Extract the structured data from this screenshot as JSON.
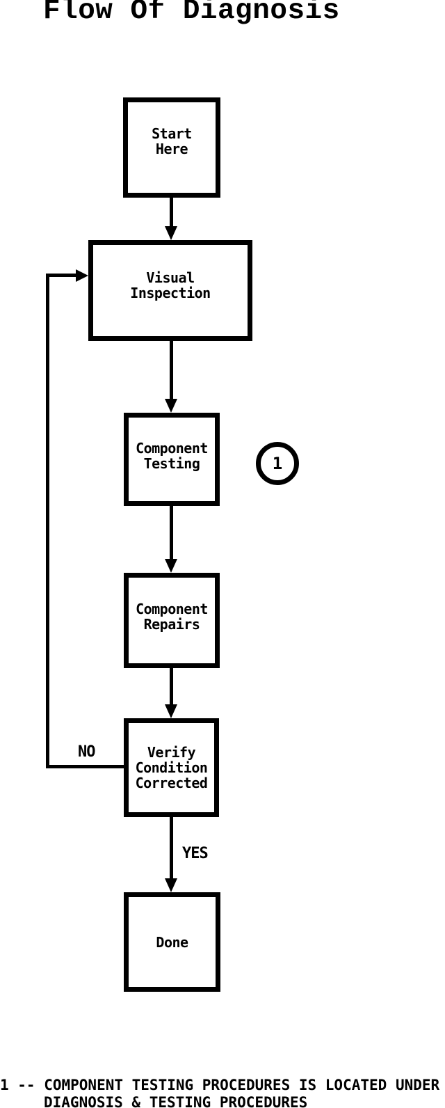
{
  "title": "Flow Of Diagnosis",
  "colors": {
    "ink": "#000000",
    "paper": "#ffffff"
  },
  "nodes": {
    "start_here": {
      "label": "Start\nHere"
    },
    "visual_inspection": {
      "label": "Visual\nInspection"
    },
    "component_testing": {
      "label": "Component\nTesting"
    },
    "component_repairs": {
      "label": "Component\nRepairs"
    },
    "verify_condition": {
      "label": "Verify\nCondition\nCorrected"
    },
    "done": {
      "label": "Done"
    }
  },
  "edges": {
    "start_to_visual": {
      "from": "start_here",
      "to": "visual_inspection",
      "label": ""
    },
    "visual_to_testing": {
      "from": "visual_inspection",
      "to": "component_testing",
      "label": ""
    },
    "testing_to_repairs": {
      "from": "component_testing",
      "to": "component_repairs",
      "label": ""
    },
    "repairs_to_verify": {
      "from": "component_repairs",
      "to": "verify_condition",
      "label": ""
    },
    "verify_to_done": {
      "from": "verify_condition",
      "to": "done",
      "label": "YES"
    },
    "verify_to_visual": {
      "from": "verify_condition",
      "to": "visual_inspection",
      "label": "NO"
    }
  },
  "edge_labels": {
    "no": "NO",
    "yes": "YES"
  },
  "callout": {
    "ref": "1"
  },
  "footnote": {
    "line1": "1 -- COMPONENT TESTING PROCEDURES IS LOCATED UNDER",
    "line2": "DIAGNOSIS & TESTING PROCEDURES"
  }
}
